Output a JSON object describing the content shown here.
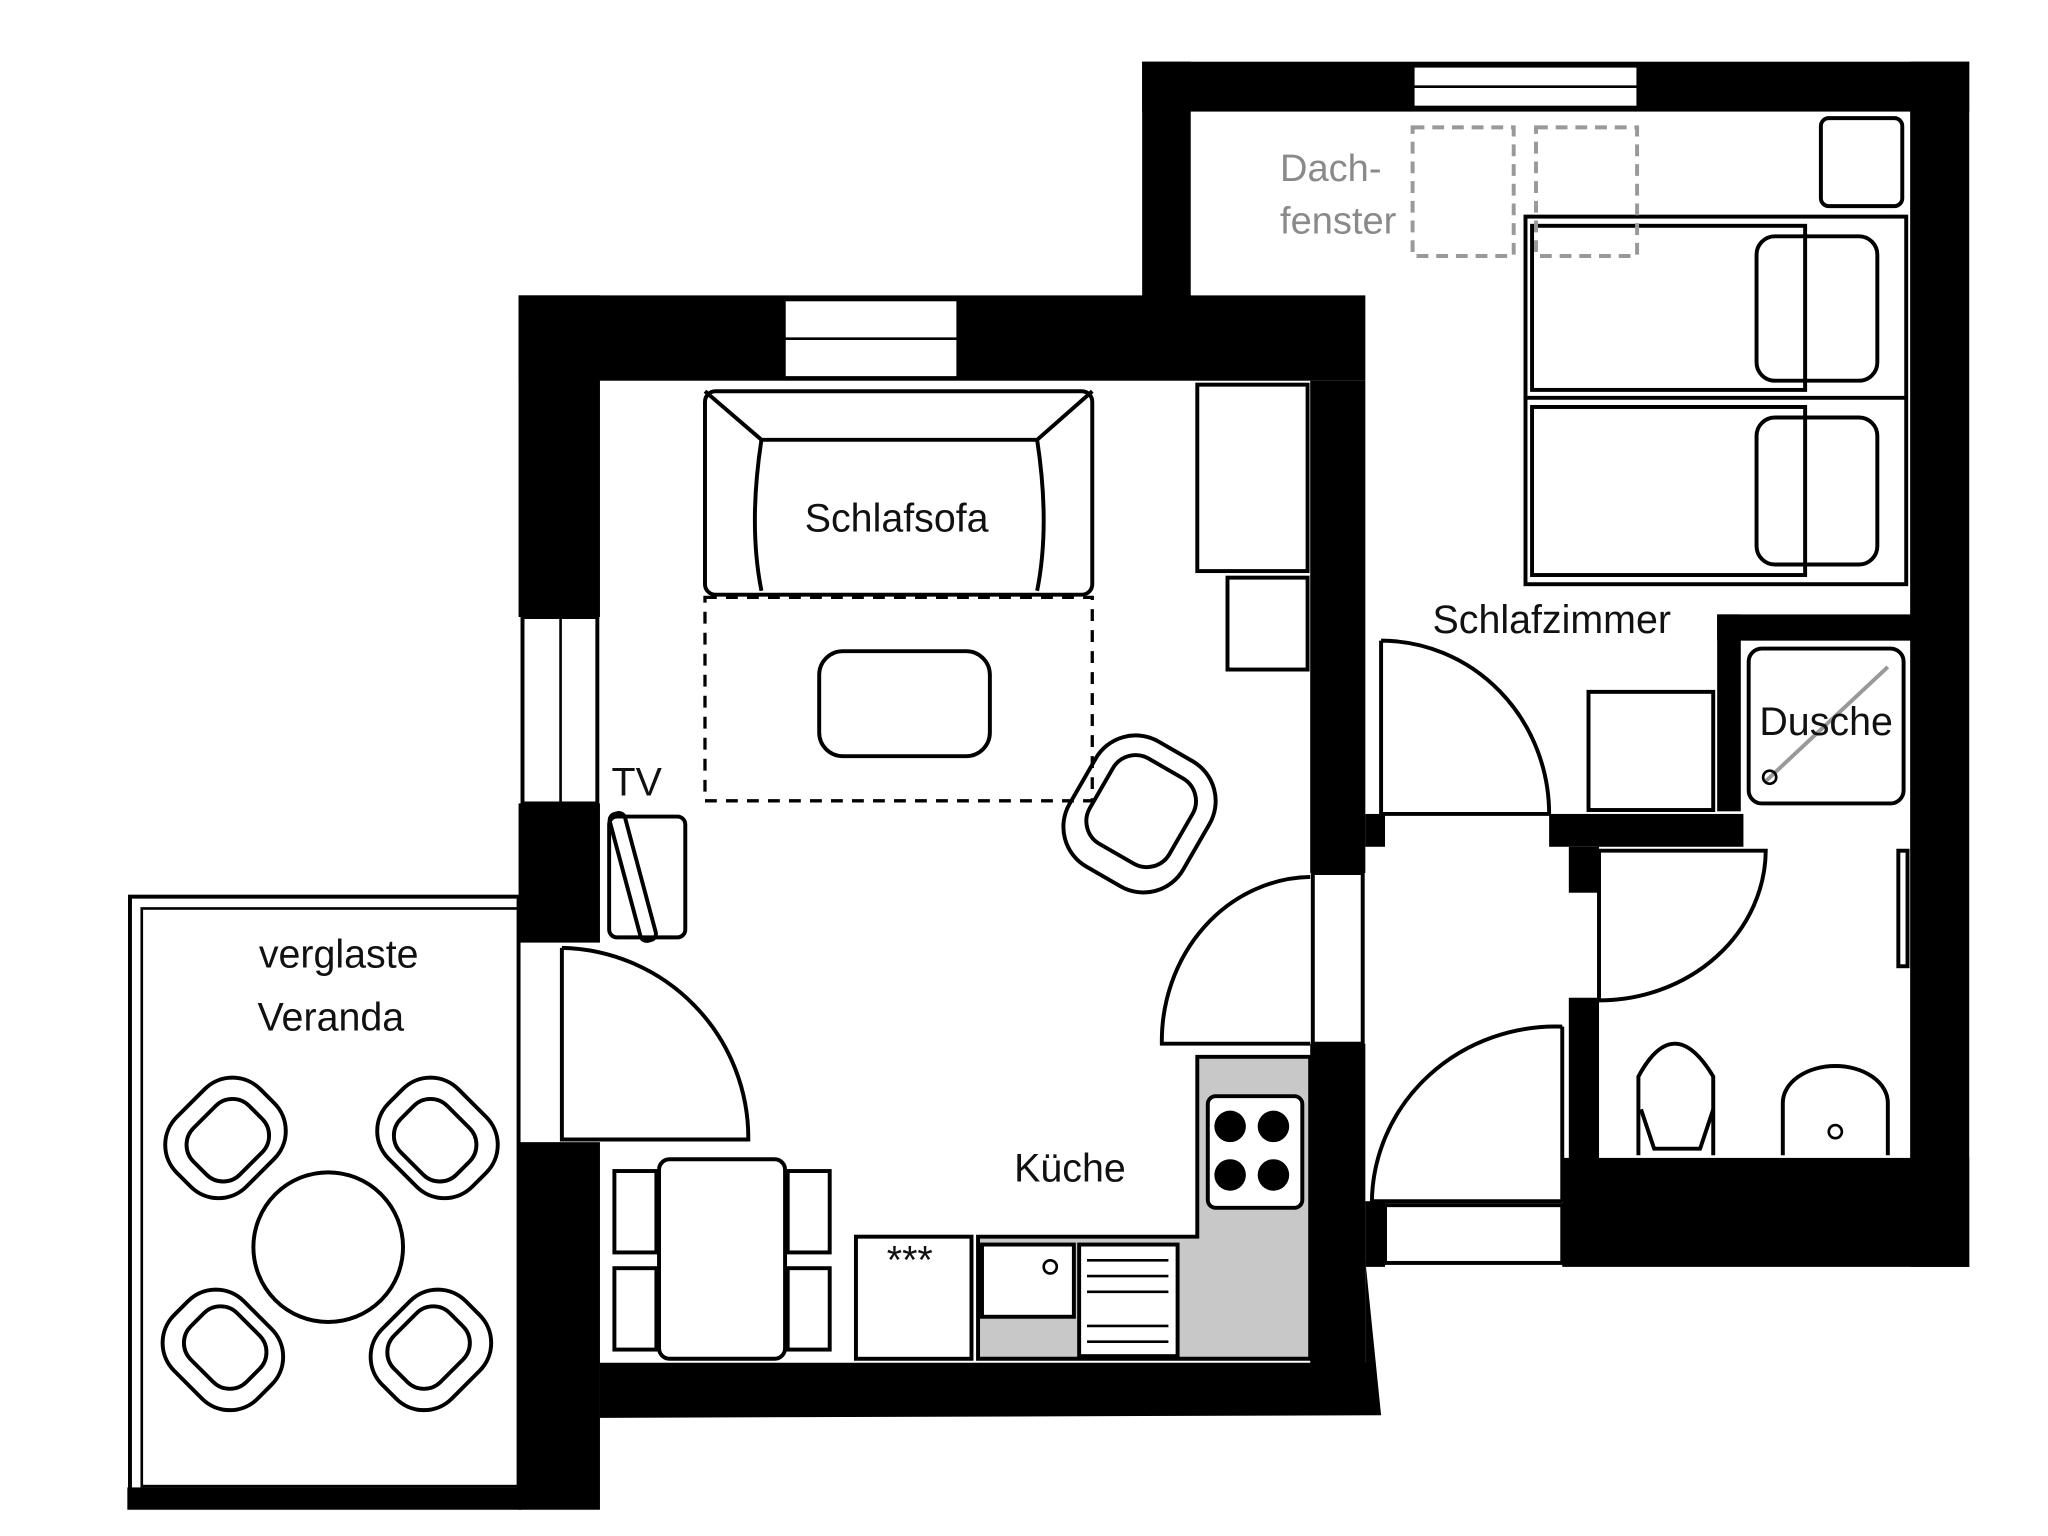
{
  "rooms": {
    "bedroom": "Schlafzimmer",
    "kitchen": "Küche",
    "veranda_line1": "verglaste",
    "veranda_line2": "Veranda",
    "shower": "Dusche"
  },
  "furniture": {
    "sofa_bed": "Schlafsofa",
    "tv": "TV",
    "skylight_line1": "Dach-",
    "skylight_line2": "fenster",
    "fridge_marking": "***"
  },
  "colors": {
    "wall": "#000000",
    "kitchen_counter": "#c8c8c8",
    "skylight": "#999999"
  }
}
